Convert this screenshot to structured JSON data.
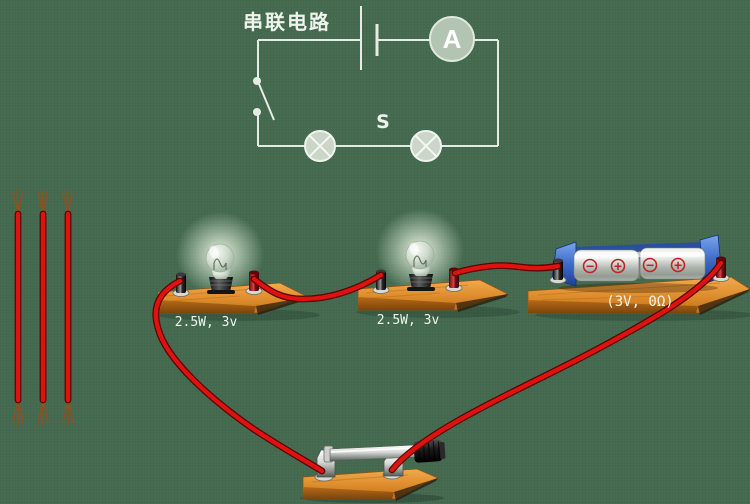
{
  "diagram": {
    "title": "串联电路",
    "switch_label": "S",
    "ammeter_label": "A"
  },
  "components": {
    "bulb1": {
      "label": "2.5W, 3v"
    },
    "bulb2": {
      "label": "2.5W, 3v"
    },
    "battery": {
      "label": "(3V, 0Ω)",
      "cells": [
        {
          "sign": "−"
        },
        {
          "sign": "+"
        },
        {
          "sign": "−"
        },
        {
          "sign": "+"
        }
      ]
    },
    "spare_wire_count": "3"
  },
  "colors": {
    "background": "#446a50",
    "wire_red": "#de1310",
    "wood": "#dd8c2c",
    "holder_blue": "#3d6cc8",
    "diagram_line": "#e6ece4",
    "label_text": "#eef3ec",
    "battery_symbol_red": "#c22426"
  }
}
